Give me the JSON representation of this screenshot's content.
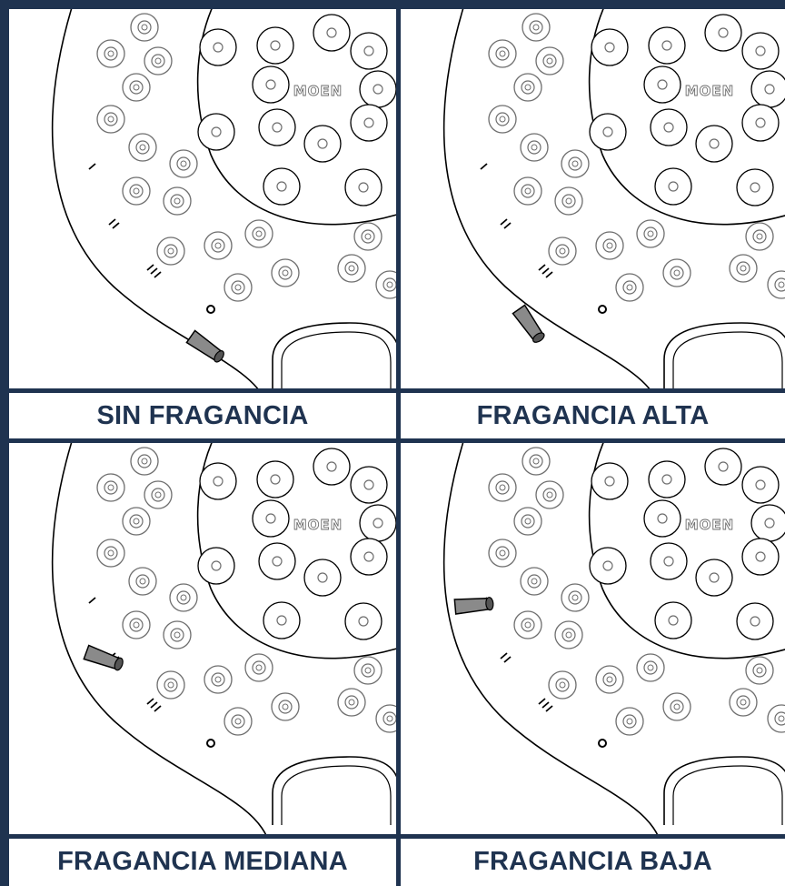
{
  "brand": "MOEN",
  "marks": {
    "low": "I",
    "mid": "II",
    "high": "III"
  },
  "panels": [
    {
      "caption": "SIN FRAGANCIA",
      "setting": "off"
    },
    {
      "caption": "FRAGANCIA ALTA",
      "setting": "high"
    },
    {
      "caption": "FRAGANCIA MEDIANA",
      "setting": "medium"
    },
    {
      "caption": "FRAGANCIA BAJA",
      "setting": "low"
    }
  ],
  "colors": {
    "frame": "#1f3350",
    "caption_text": "#1f3350",
    "line": "#000000",
    "nozzle_ring": "#6e6e6e",
    "knob": "#8a8a8a"
  }
}
